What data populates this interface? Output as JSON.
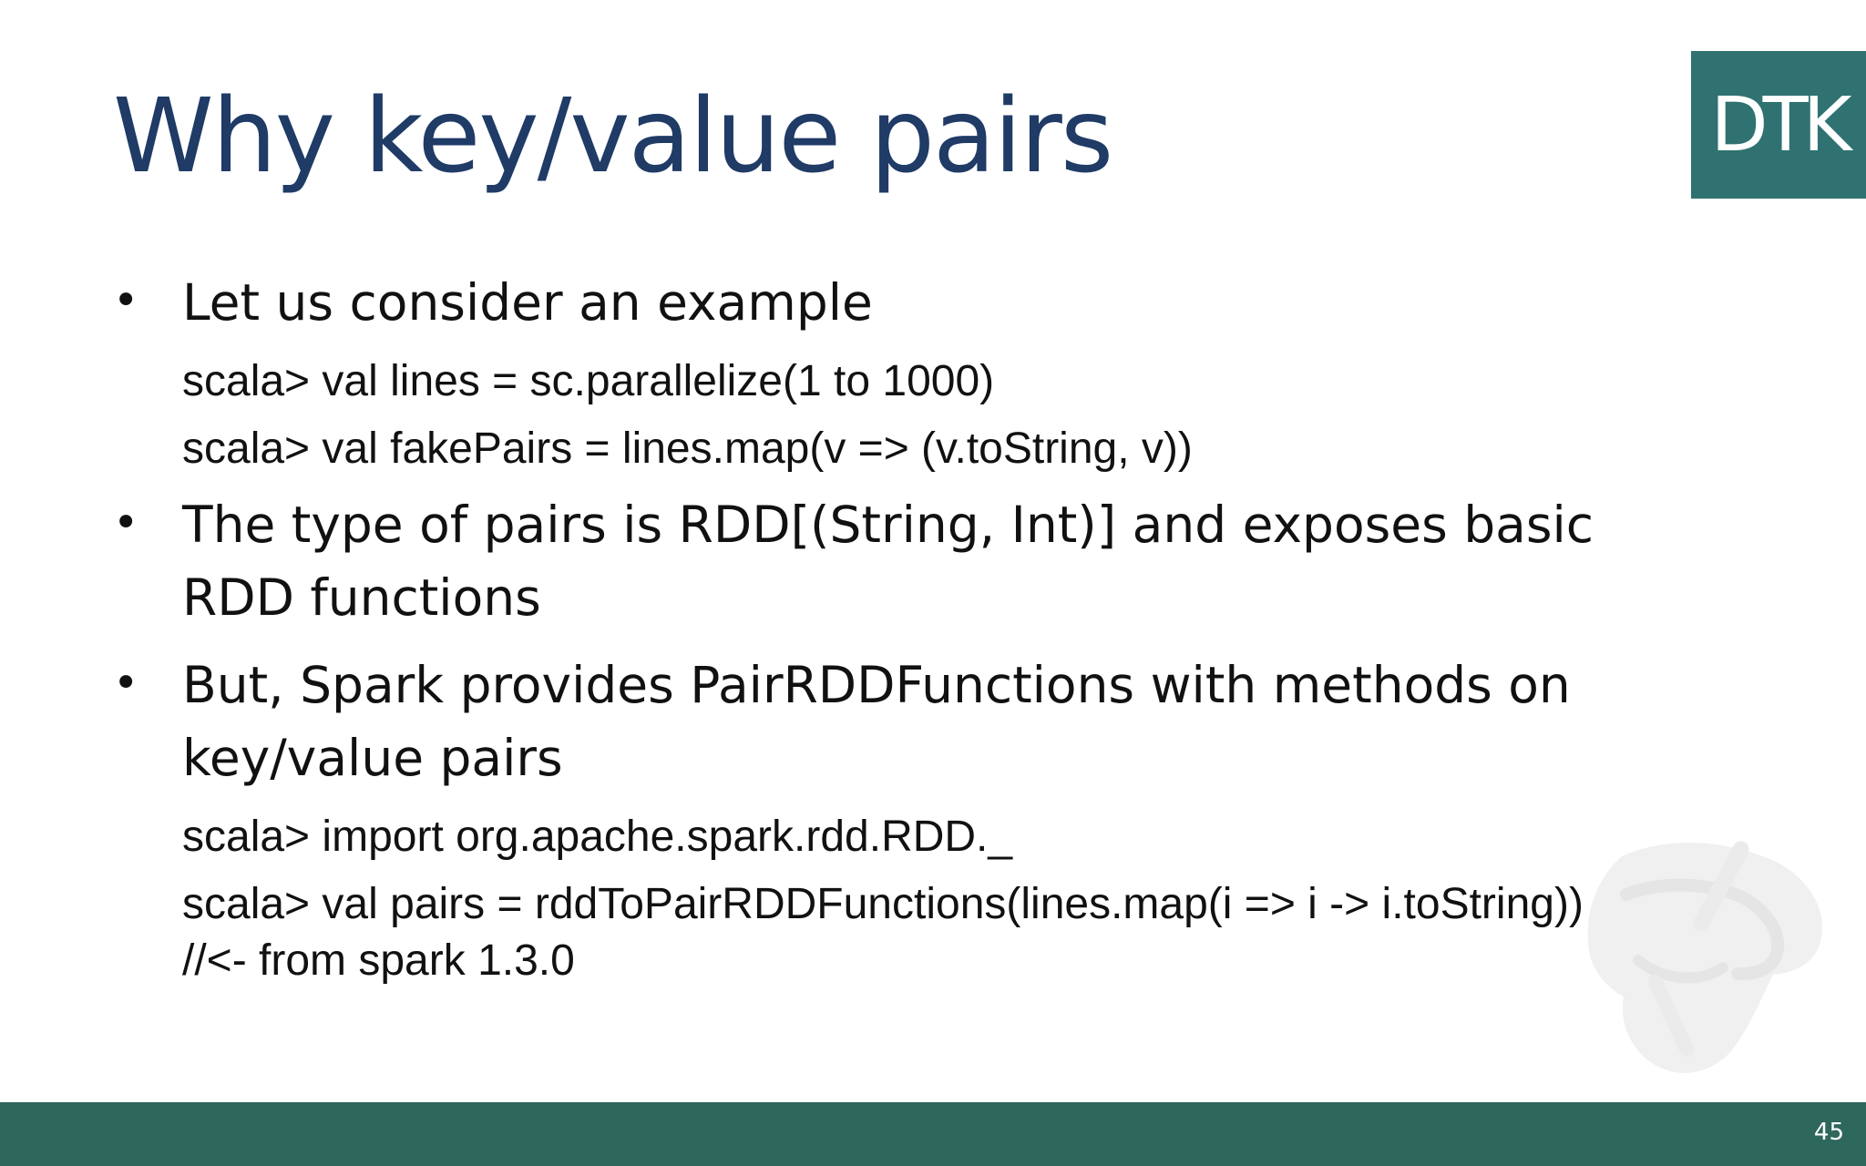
{
  "slide": {
    "title": "Why key/value pairs",
    "logo_text": "DTK",
    "page_number": "45",
    "colors": {
      "title": "#1f3b66",
      "logo_bg": "#2f7271",
      "footer_bg": "#2e675c",
      "text": "#111111"
    }
  },
  "content": {
    "bullets": [
      {
        "text": "Let us consider an example",
        "code": [
          "scala> val lines = sc.parallelize(1 to 1000)",
          "scala> val fakePairs = lines.map(v => (v.toString, v))"
        ]
      },
      {
        "text": "The type of pairs is RDD[(String, Int)] and exposes basic RDD functions",
        "code": []
      },
      {
        "text": "But, Spark provides PairRDDFunctions with methods on key/value pairs",
        "code": [
          "scala> import org.apache.spark.rdd.RDD._",
          "scala> val pairs = rddToPairRDDFunctions(lines.map(i => i -> i.toString))",
          "//<- from spark 1.3.0"
        ]
      }
    ]
  }
}
